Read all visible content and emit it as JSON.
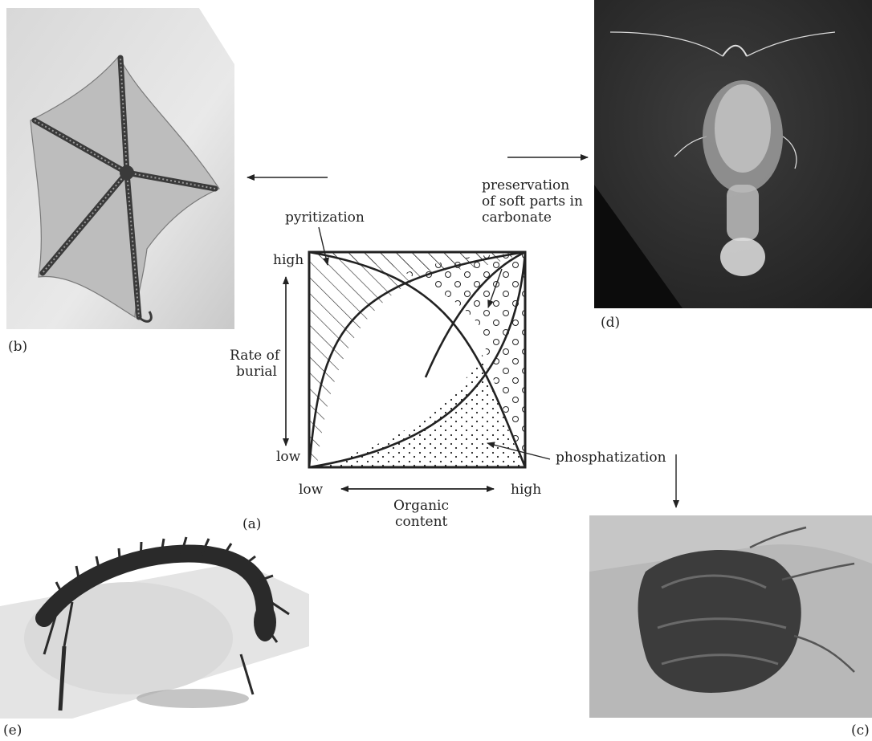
{
  "diagram": {
    "label_panel": "(a)",
    "y_axis": {
      "label_line1": "Rate of",
      "label_line2": "burial",
      "tick_high": "high",
      "tick_low": "low"
    },
    "x_axis": {
      "label_line1": "Organic",
      "label_line2": "content",
      "tick_low": "low",
      "tick_high": "high"
    },
    "regions": {
      "pyritization": "pyritization",
      "carbonate_line1": "preservation",
      "carbonate_line2": "of soft parts in",
      "carbonate_line3": "carbonate",
      "phosphatization": "phosphatization"
    }
  },
  "photos": [
    {
      "panel": "(b)",
      "subject": "starfish-fossil"
    },
    {
      "panel": "(d)",
      "subject": "shrimp-fossil"
    },
    {
      "panel": "(c)",
      "subject": "crustacean-fossil"
    },
    {
      "panel": "(e)",
      "subject": "centipede-fossil"
    }
  ],
  "colors": {
    "ink": "#222222",
    "photo_dark": "#2b2b2b",
    "photo_light": "#cfcfcf"
  }
}
